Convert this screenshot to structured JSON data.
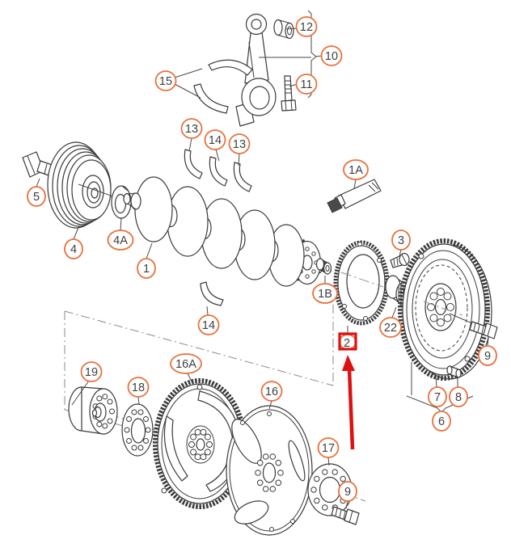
{
  "diagram": {
    "type": "exploded-parts-diagram",
    "subject": "crankshaft-flywheel-driveplate-assembly",
    "callouts": [
      {
        "label": "12"
      },
      {
        "label": "10"
      },
      {
        "label": "11"
      },
      {
        "label": "15"
      },
      {
        "label": "13"
      },
      {
        "label": "14"
      },
      {
        "label": "13"
      },
      {
        "label": "5"
      },
      {
        "label": "4"
      },
      {
        "label": "4A"
      },
      {
        "label": "1"
      },
      {
        "label": "1A"
      },
      {
        "label": "3"
      },
      {
        "label": "1B"
      },
      {
        "label": "22"
      },
      {
        "label": "9"
      },
      {
        "label": "7"
      },
      {
        "label": "8"
      },
      {
        "label": "6"
      },
      {
        "label": "14"
      },
      {
        "label": "19"
      },
      {
        "label": "18"
      },
      {
        "label": "16A"
      },
      {
        "label": "16"
      },
      {
        "label": "17"
      },
      {
        "label": "9"
      }
    ],
    "highlight": {
      "label": "2",
      "box_color": "#dd1111",
      "arrow_color": "#dd1111"
    },
    "colors": {
      "callout_ring": "#e8713c",
      "label_text": "#3f3f3f",
      "line_art": "#3a3a3a",
      "background": "#ffffff"
    }
  }
}
